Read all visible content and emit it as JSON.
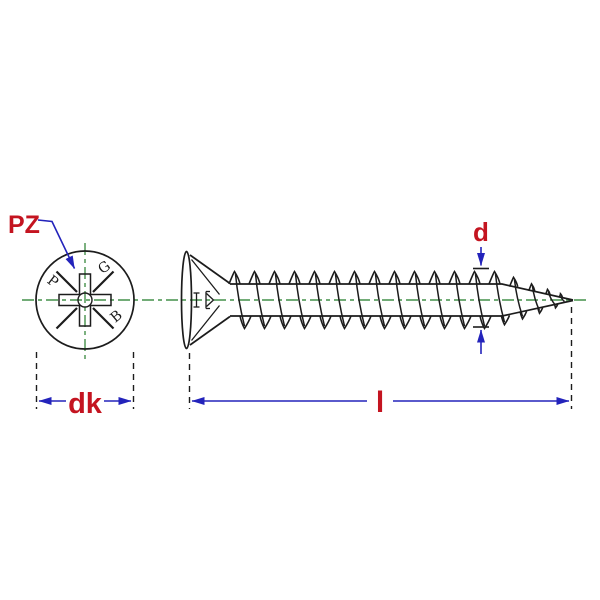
{
  "diagram": {
    "labels": {
      "drive_type": "PZ",
      "head_diameter": "dk",
      "thread_diameter": "d",
      "length": "l"
    },
    "head_markings": {
      "letter1": "P",
      "letter2": "G",
      "letter3": "B"
    },
    "colors": {
      "label_red": "#c41420",
      "dimension_blue": "#2323bb",
      "centerline_green": "#44904a",
      "outline_black": "#1c1c1c",
      "background": "#ffffff"
    }
  }
}
